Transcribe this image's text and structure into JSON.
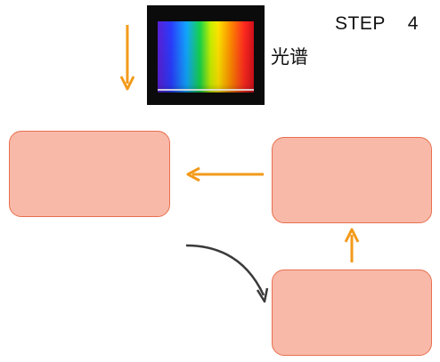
{
  "step": {
    "label": "STEP    4"
  },
  "spectrum": {
    "caption": "光谱",
    "colors": [
      "#5a1fd6",
      "#2a3cff",
      "#12a6ff",
      "#16d44a",
      "#c8f000",
      "#ffe400",
      "#ff8a00",
      "#ff2a1f",
      "#d10f1a"
    ]
  },
  "boxes": [
    {
      "id": "box-left",
      "text": ""
    },
    {
      "id": "box-right-top",
      "text": ""
    },
    {
      "id": "box-right-bottom",
      "text": ""
    }
  ],
  "colors": {
    "arrow_orange": "#f39a1a",
    "arrow_dark": "#3a3a3a",
    "box_fill": "#f8b9a9",
    "box_border": "#e86f4e"
  }
}
